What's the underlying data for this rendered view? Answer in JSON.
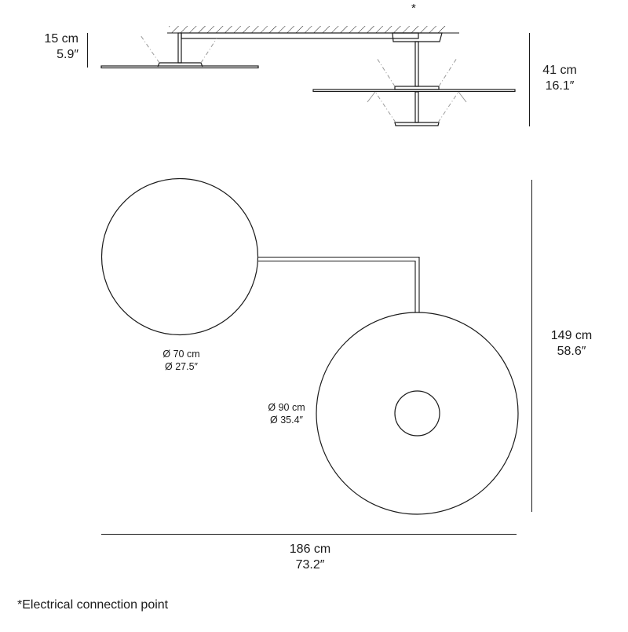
{
  "diagram": {
    "type": "dimension-drawing",
    "subject": "two-disc ceiling lamp",
    "colors": {
      "stroke": "#1a1a1a",
      "light_beam": "#9a9a9a",
      "background": "#ffffff"
    },
    "side_view": {
      "asterisk_marker": "*",
      "height_left": {
        "cm": "15 cm",
        "inch": "5.9″"
      },
      "height_right": {
        "cm": "41 cm",
        "inch": "16.1″"
      }
    },
    "top_view": {
      "small_disc": {
        "diameter_cm": "Ø 70 cm",
        "diameter_inch": "Ø 27.5″"
      },
      "large_disc": {
        "diameter_cm": "Ø 90 cm",
        "diameter_inch": "Ø 35.4″"
      },
      "overall_depth": {
        "cm": "149 cm",
        "inch": "58.6″"
      },
      "overall_width": {
        "cm": "186 cm",
        "inch": "73.2″"
      }
    },
    "footnote": "*Electrical connection point"
  }
}
